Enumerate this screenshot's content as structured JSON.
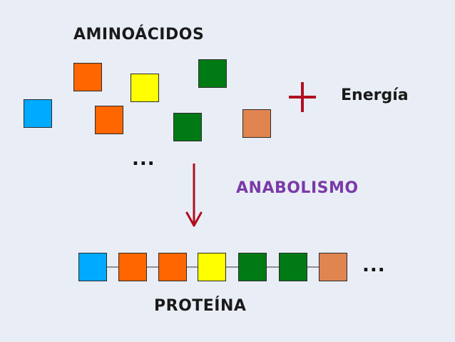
{
  "labels": {
    "aminoacidos": "AMINOÁCIDOS",
    "energia": "Energía",
    "anabolismo": "ANABOLISMO",
    "proteina": "PROTEÍNA",
    "ellipsis_top": "...",
    "ellipsis_bottom": "..."
  },
  "colors": {
    "blue": "#00aaff",
    "orange": "#ff6600",
    "yellow": "#ffff00",
    "green": "#007a14",
    "tan": "#e08450",
    "plus": "#b01020",
    "arrow": "#b01020",
    "anabolismo": "#7a3aa8"
  },
  "free_amino_acids": [
    "blue",
    "orange",
    "yellow",
    "orange",
    "green",
    "green",
    "tan"
  ],
  "protein_chain": [
    "blue",
    "orange",
    "orange",
    "yellow",
    "green",
    "green",
    "tan"
  ]
}
